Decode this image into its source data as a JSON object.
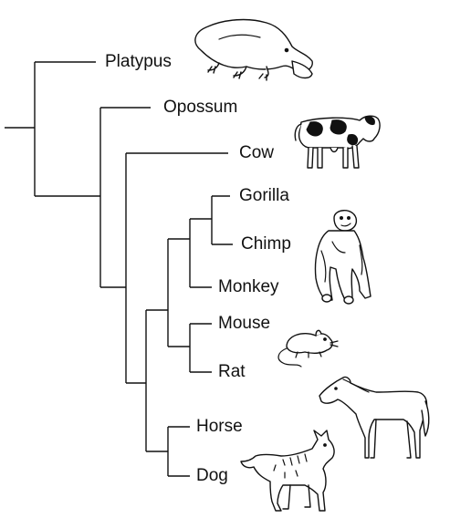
{
  "leaves": [
    {
      "id": "platypus",
      "label": "Platypus"
    },
    {
      "id": "opossum",
      "label": "Opossum"
    },
    {
      "id": "cow",
      "label": "Cow"
    },
    {
      "id": "gorilla",
      "label": "Gorilla"
    },
    {
      "id": "chimp",
      "label": "Chimp"
    },
    {
      "id": "monkey",
      "label": "Monkey"
    },
    {
      "id": "mouse",
      "label": "Mouse"
    },
    {
      "id": "rat",
      "label": "Rat"
    },
    {
      "id": "horse",
      "label": "Horse"
    },
    {
      "id": "dog",
      "label": "Dog"
    }
  ],
  "illustrations": [
    "platypus-illustration",
    "cow-illustration",
    "chimp-illustration",
    "rat-illustration",
    "horse-illustration",
    "dog-illustration"
  ]
}
